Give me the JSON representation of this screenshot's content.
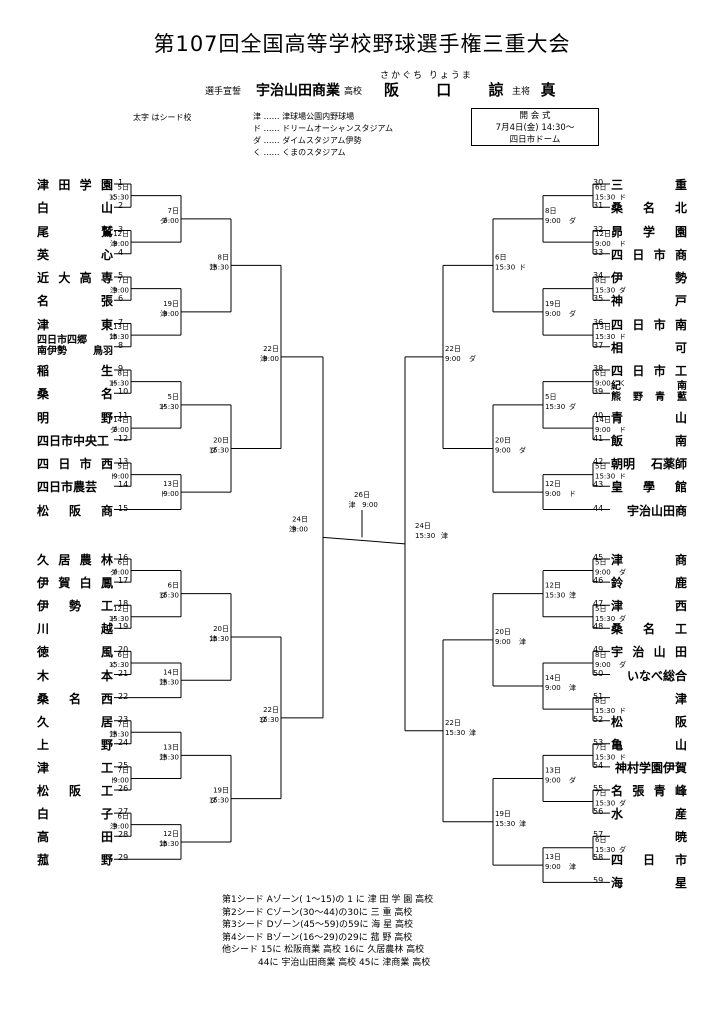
{
  "title": "第107回全国高等学校野球選手権三重大会",
  "oath": {
    "role": "選手宣誓",
    "school": "宇治山田商業",
    "school_suffix": "高校",
    "ruby": "さかぐち りょうま",
    "name": "阪 口 諒 真",
    "role2": "主将"
  },
  "note_bold": "太字 はシード校",
  "venues": [
    "津 …… 津球場公園内野球場",
    "ド …… ドリームオーシャンスタジアム",
    "ダ …… ダイムスタジアム伊勢",
    "く …… くまのスタジアム"
  ],
  "ceremony": {
    "title": "開 会 式",
    "date": "7月4日(金) 14:30〜",
    "place": "四日市ドーム"
  },
  "left_teams": [
    {
      "n": "1",
      "name": "津 田 学 園"
    },
    {
      "n": "2",
      "name": "白 山"
    },
    {
      "n": "3",
      "name": "尾 鷲"
    },
    {
      "n": "4",
      "name": "英 心"
    },
    {
      "n": "5",
      "name": "近 大 高 専"
    },
    {
      "n": "6",
      "name": "名 張"
    },
    {
      "n": "7",
      "name": "津 東"
    },
    {
      "n": "8",
      "name": "四日市四郷\n南伊勢 鳥羽"
    },
    {
      "n": "9",
      "name": "稲 生"
    },
    {
      "n": "10",
      "name": "桑 名"
    },
    {
      "n": "11",
      "name": "明 野"
    },
    {
      "n": "12",
      "name": "四日市中央工"
    },
    {
      "n": "13",
      "name": "四 日 市 西"
    },
    {
      "n": "14",
      "name": "四日市農芸"
    },
    {
      "n": "15",
      "name": "松 阪 商"
    },
    {
      "n": "16",
      "name": "久 居 農 林"
    },
    {
      "n": "17",
      "name": "伊 賀 白 鳳"
    },
    {
      "n": "18",
      "name": "伊 勢 工"
    },
    {
      "n": "19",
      "name": "川 越"
    },
    {
      "n": "20",
      "name": "徳 風"
    },
    {
      "n": "21",
      "name": "木 本"
    },
    {
      "n": "22",
      "name": "桑 名 西"
    },
    {
      "n": "23",
      "name": "久 居"
    },
    {
      "n": "24",
      "name": "上 野"
    },
    {
      "n": "25",
      "name": "津 工"
    },
    {
      "n": "26",
      "name": "松 阪 工"
    },
    {
      "n": "27",
      "name": "白 子"
    },
    {
      "n": "28",
      "name": "高 田"
    },
    {
      "n": "29",
      "name": "菰 野"
    }
  ],
  "right_teams": [
    {
      "n": "30",
      "name": "三 重"
    },
    {
      "n": "31",
      "name": "桑 名 北"
    },
    {
      "n": "32",
      "name": "昴 学 園"
    },
    {
      "n": "33",
      "name": "四 日 市 商"
    },
    {
      "n": "34",
      "name": "伊 勢"
    },
    {
      "n": "35",
      "name": "神 戸"
    },
    {
      "n": "36",
      "name": "四 日 市 南"
    },
    {
      "n": "37",
      "name": "相 可"
    },
    {
      "n": "38",
      "name": "四 日 市 工"
    },
    {
      "n": "39",
      "name": "紀 南\n熊 野 青 藍"
    },
    {
      "n": "40",
      "name": "青 山"
    },
    {
      "n": "41",
      "name": "飯 南"
    },
    {
      "n": "42",
      "name": "朝明 石薬師"
    },
    {
      "n": "43",
      "name": "皇 學 館"
    },
    {
      "n": "44",
      "name": "宇治山田商"
    },
    {
      "n": "45",
      "name": "津 商"
    },
    {
      "n": "46",
      "name": "鈴 鹿"
    },
    {
      "n": "47",
      "name": "津 西"
    },
    {
      "n": "48",
      "name": "桑 名 工"
    },
    {
      "n": "49",
      "name": "宇 治 山 田"
    },
    {
      "n": "50",
      "name": "いなべ総合"
    },
    {
      "n": "51",
      "name": "津"
    },
    {
      "n": "52",
      "name": "松 阪"
    },
    {
      "n": "53",
      "name": "亀 山"
    },
    {
      "n": "54",
      "name": "神村学園伊賀"
    },
    {
      "n": "55",
      "name": "名 張 青 峰"
    },
    {
      "n": "56",
      "name": "水 産"
    },
    {
      "n": "57",
      "name": "暁"
    },
    {
      "n": "58",
      "name": "四 日 市"
    },
    {
      "n": "59",
      "name": "海 星"
    }
  ],
  "games_left": [
    {
      "d": "5日",
      "v": "く",
      "t": "15:30"
    },
    {
      "d": "12日",
      "v": "津",
      "t": "9:00"
    },
    {
      "d": "7日",
      "v": "ダ",
      "t": "9:00"
    },
    {
      "d": "7日",
      "v": "津",
      "t": "9:00"
    },
    {
      "d": "13日",
      "v": "津",
      "t": "15:30"
    },
    {
      "d": "19日",
      "v": "津",
      "t": "9:00"
    },
    {
      "d": "8日",
      "v": "津",
      "t": "15:30"
    },
    {
      "d": "8日",
      "v": "ド",
      "t": "15:30"
    },
    {
      "d": "14日",
      "v": "ダ",
      "t": "9:00"
    },
    {
      "d": "5日",
      "v": "ド",
      "t": "15:30"
    },
    {
      "d": "5日",
      "v": "ド",
      "t": "9:00"
    },
    {
      "d": "13日",
      "v": "ド",
      "t": "9:00"
    },
    {
      "d": "20日",
      "v": "ダ",
      "t": "15:30"
    },
    {
      "d": "22日",
      "v": "津",
      "t": "9:00"
    },
    {
      "d": "6日",
      "v": "ダ",
      "t": "9:00"
    },
    {
      "d": "12日",
      "v": "ド",
      "t": "15:30"
    },
    {
      "d": "6日",
      "v": "ダ",
      "t": "15:30"
    },
    {
      "d": "6日",
      "v": "く",
      "t": "15:30"
    },
    {
      "d": "14日",
      "v": "津",
      "t": "15:30"
    },
    {
      "d": "20日",
      "v": "津",
      "t": "15:30"
    },
    {
      "d": "7日",
      "v": "津",
      "t": "15:30"
    },
    {
      "d": "7日",
      "v": "ド",
      "t": "9:00"
    },
    {
      "d": "13日",
      "v": "津",
      "t": "15:30"
    },
    {
      "d": "6日",
      "v": "津",
      "t": "9:00"
    },
    {
      "d": "12日",
      "v": "津",
      "t": "15:30"
    },
    {
      "d": "19日",
      "v": "ダ",
      "t": "15:30"
    },
    {
      "d": "22日",
      "v": "ダ",
      "t": "15:30"
    },
    {
      "d": "24日",
      "v": "津",
      "t": "9:00"
    }
  ],
  "games_right": [
    {
      "d": "6日",
      "v": "ド",
      "t": "15:30"
    },
    {
      "d": "12日",
      "v": "ド",
      "t": "9:00"
    },
    {
      "d": "8日",
      "v": "ダ",
      "t": "9:00"
    },
    {
      "d": "8日",
      "v": "ダ",
      "t": "15:30"
    },
    {
      "d": "13日",
      "v": "ド",
      "t": "15:30"
    },
    {
      "d": "19日",
      "v": "ダ",
      "t": "9:00"
    },
    {
      "d": "6日",
      "v": "ド",
      "t": "15:30"
    },
    {
      "d": "6日",
      "v": "く",
      "t": "9:00"
    },
    {
      "d": "14日",
      "v": "ド",
      "t": "9:00"
    },
    {
      "d": "5日",
      "v": "ダ",
      "t": "15:30"
    },
    {
      "d": "5日",
      "v": "ド",
      "t": "15:30"
    },
    {
      "d": "12日",
      "v": "ド",
      "t": "9:00"
    },
    {
      "d": "20日",
      "v": "ダ",
      "t": "9:00"
    },
    {
      "d": "22日",
      "v": "ダ",
      "t": "9:00"
    },
    {
      "d": "5日",
      "v": "ダ",
      "t": "9:00"
    },
    {
      "d": "5日",
      "v": "ダ",
      "t": "15:30"
    },
    {
      "d": "12日",
      "v": "津",
      "t": "15:30"
    },
    {
      "d": "8日",
      "v": "ダ",
      "t": "9:00"
    },
    {
      "d": "8日",
      "v": "ド",
      "t": "15:30"
    },
    {
      "d": "14日",
      "v": "津",
      "t": "9:00"
    },
    {
      "d": "20日",
      "v": "津",
      "t": "9:00"
    },
    {
      "d": "7日",
      "v": "ド",
      "t": "15:30"
    },
    {
      "d": "7日",
      "v": "ダ",
      "t": "15:30"
    },
    {
      "d": "13日",
      "v": "ダ",
      "t": "9:00"
    },
    {
      "d": "6日",
      "v": "ダ",
      "t": "15:30"
    },
    {
      "d": "13日",
      "v": "津",
      "t": "9:00"
    },
    {
      "d": "19日",
      "v": "津",
      "t": "15:30"
    },
    {
      "d": "22日",
      "v": "津",
      "t": "15:30"
    },
    {
      "d": "24日",
      "v": "津",
      "t": "15:30"
    }
  ],
  "final": {
    "d": "26日",
    "v": "津",
    "t": "9:00"
  },
  "seeds": [
    "第1シード Aゾーン( 1〜15)の 1 に 津 田 学 園 高校",
    "第2シード Cゾーン(30〜44)の30に 三 重 高校",
    "第3シード Dゾーン(45〜59)の59に 海 星 高校",
    "第4シード Bゾーン(16〜29)の29に 菰 野 高校",
    "他シード 15に 松阪商業 高校 16に 久居農林 高校",
    "44に 宇治山田商業 高校 45に 津商業 高校"
  ]
}
